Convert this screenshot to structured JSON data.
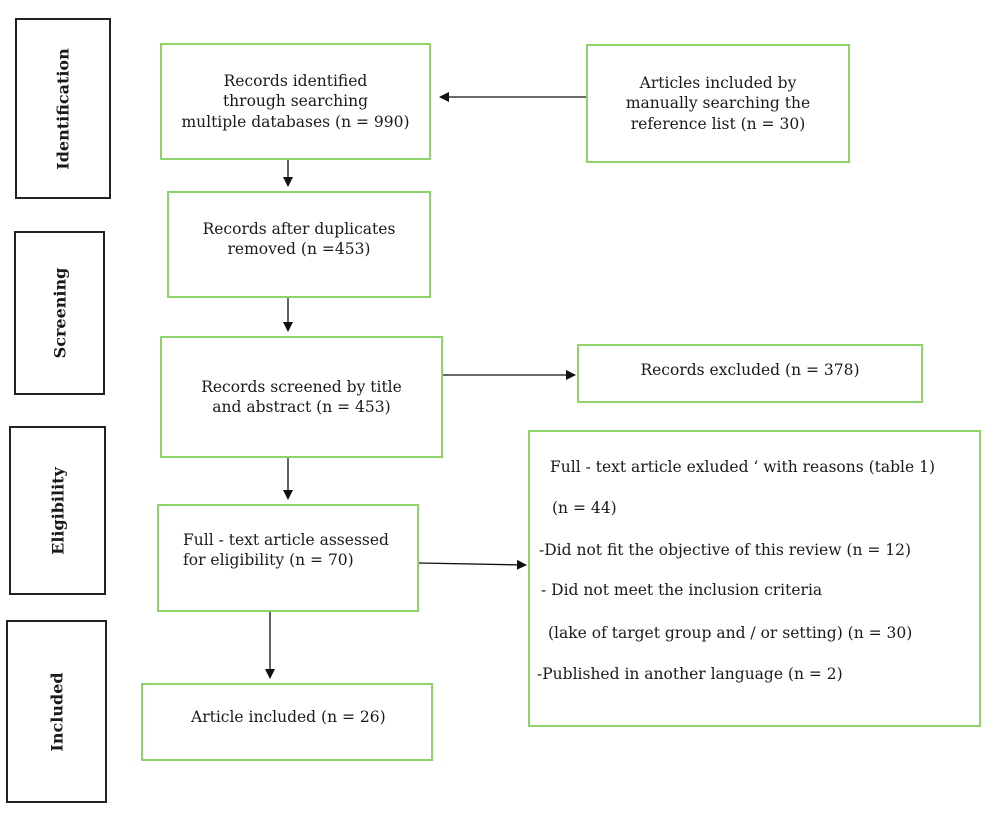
{
  "stages": {
    "identification": "Identification",
    "screening": "Screening",
    "eligibility": "Eligibility",
    "included": "Included"
  },
  "boxes": {
    "records_identified": "Records identified\nthrough searching\nmultiple databases (n = 990)",
    "manual_search": "Articles included by\nmanually searching the\nreference list (n = 30)",
    "duplicates_removed": "Records after duplicates\nremoved (n =453)",
    "screened": "Records screened by title\nand abstract (n = 453)",
    "excluded": "Records excluded (n = 378)",
    "assessed": "Full - text article assessed\nfor eligibility (n = 70)",
    "included": "Article included (n = 26)"
  },
  "reasons": [
    "Full - text article exluded ‘ with reasons (table 1)",
    "(n = 44)",
    "-Did not fit the objective of this review (n = 12)",
    "- Did not meet the inclusion criteria",
    "(lake of target group and / or setting) (n = 30)",
    "-Published in another language (n = 2)"
  ],
  "colors": {
    "box_border": "#8ed46a",
    "stage_border": "#222222",
    "arrow": "#111111"
  }
}
